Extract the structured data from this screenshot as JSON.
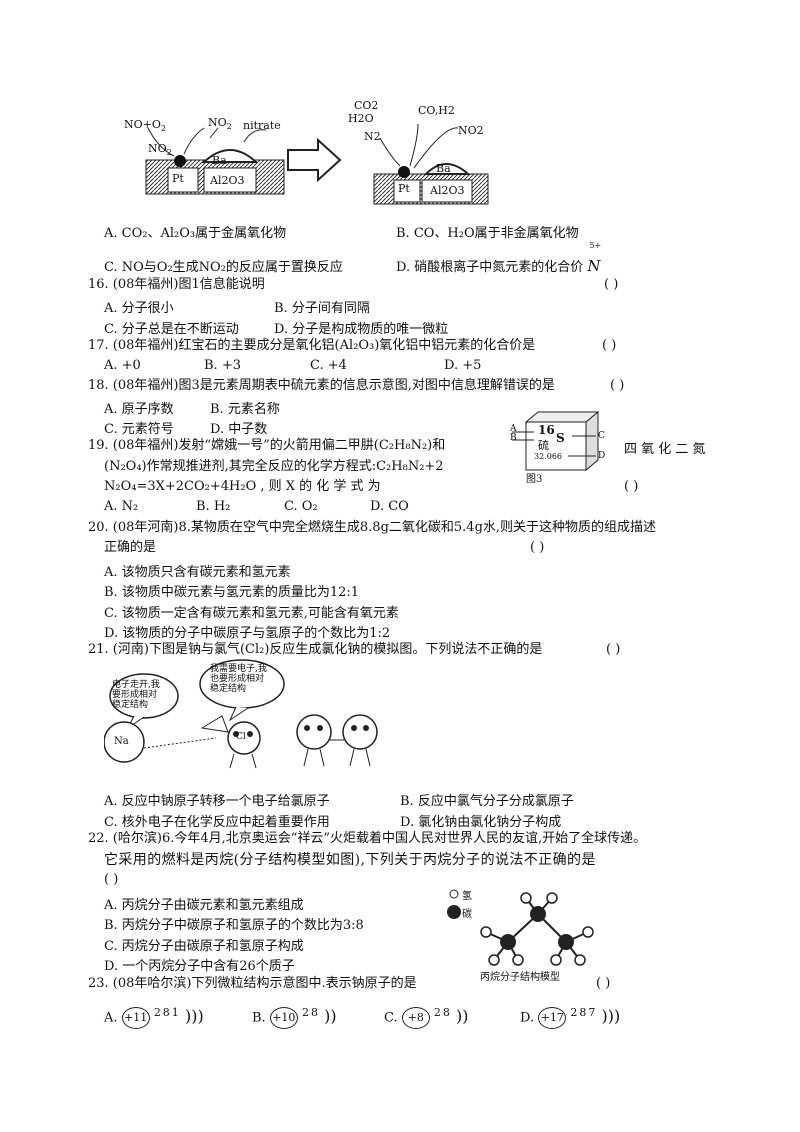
{
  "fig15": {
    "left": {
      "no_o2": "NO+O",
      "no_o2_sub": "2",
      "no2_a": "NO",
      "no2_a_sub": "2",
      "no2_b": "NO",
      "no2_b_sub": "2",
      "nitrate": "nitrate",
      "ba": "Ba",
      "pt": "Pt",
      "al2o3": "Al2O3"
    },
    "right": {
      "co2": "CO2",
      "h2o": "H2O",
      "n2": "N2",
      "coh2": "CO,H2",
      "no2": "NO2",
      "ba": "Ba",
      "pt": "Pt",
      "al2o3": "Al2O3"
    }
  },
  "q15": {
    "A": "A. CO₂、Al₂O₃属于金属氧化物",
    "B": "B. CO、H₂O属于非金属氧化物",
    "C": "C. NO与O₂生成NO₂的反应属于置换反应",
    "D": "D. 硝酸根离子中氮元素的化合价",
    "D_sup": "5+",
    "D_n": "N"
  },
  "q16": {
    "stem": "16. (08年福州)图1信息能说明",
    "bracket": "(       )",
    "A": "A. 分子很小",
    "B": "B. 分子间有同隔",
    "C": "C. 分子总是在不断运动",
    "D": "D. 分子是构成物质的唯一微粒"
  },
  "q17": {
    "stem": "17. (08年福州)红宝石的主要成分是氧化铝(Al₂O₃)氧化铝中铝元素的化合价是",
    "bracket": "(       )",
    "A": "A. +0",
    "B": "B. +3",
    "C": "C. +4",
    "D": "D. +5"
  },
  "q18": {
    "stem": "18. (08年福州)图3是元素周期表中硫元素的信息示意图,对图中信息理解错误的是",
    "bracket": "(       )",
    "A": "A. 原子序数",
    "B": "B. 元素名称",
    "C": "C. 元素符号",
    "D": "D. 中子数"
  },
  "fig3": {
    "number": "16",
    "name": "硫",
    "symbol": "S",
    "mass": "32.066",
    "label_a": "A",
    "label_b": "B",
    "label_c": "C",
    "label_d": "D",
    "caption": "图3"
  },
  "q19": {
    "line1": "19. (08年福州)发射“嫦娥一号”的火箭用偏二甲肼(C₂H₈N₂)和",
    "line1_tail": "四 氧 化 二 氮",
    "line2": "(N₂O₄)作常规推进剂,其完全反应的化学方程式:C₂H₈N₂+2",
    "line3": "N₂O₄=3X+2CO₂+4H₂O     ,    则    X    的    化    学    式    为",
    "bracket": "(       )",
    "A": "A. N₂",
    "B": "B. H₂",
    "C": "C. O₂",
    "D": "D. CO"
  },
  "q20": {
    "line1": "20. (08年河南)8.某物质在空气中完全燃烧生成8.8g二氧化碳和5.4g水,则关于这种物质的组成描述",
    "line2": "正确的是",
    "bracket": "(       )",
    "A": "A. 该物质只含有碳元素和氢元素",
    "B": "B. 该物质中碳元素与氢元素的质量比为12:1",
    "C": "C. 该物质一定含有碳元素和氢元素,可能含有氧元素",
    "D": "D. 该物质的分子中碳原子与氢原子的个数比为1:2"
  },
  "q21": {
    "stem": "21. (河南)下图是钠与氯气(Cl₂)反应生成氯化钠的模拟图。下列说法不正确的是",
    "bracket": "(       )",
    "bubble1": [
      "电子走开,我",
      "要形成相对",
      "稳定结构"
    ],
    "bubble2": [
      "我需要电子,我",
      "也要形成相对",
      "稳定结构"
    ],
    "na": "Na",
    "cl": "Cl",
    "A": "A. 反应中钠原子转移一个电子给氯原子",
    "B": "B.  反应中氯气分子分成氯原子",
    "C": "C. 核外电子在化学反应中起着重要作用",
    "D": "D. 氯化钠由氯化钠分子构成"
  },
  "q22": {
    "line1": "22. (哈尔滨)6.今年4月,北京奥运会“祥云”火炬载着中国人民对世界人民的友谊,开始了全球传递。",
    "line2": "它采用的燃料是丙烷(分子结构模型如图),下列关于丙烷分子的说法不正确的是",
    "line3": "(       )",
    "A": "A. 丙烷分子由碳元素和氢元素组成",
    "B": "B. 丙烷分子中碳原子和氢原子的个数比为3:8",
    "C": "C. 丙烷分子由碳原子和氢原子构成",
    "D": "D. 一个丙烷分子中含有26个质子",
    "legend_h": "氢",
    "legend_c": "碳",
    "caption": "丙烷分子结构模型"
  },
  "q23": {
    "stem": "23. (08年哈尔滨)下列微粒结构示意图中.表示钠原子的是",
    "bracket": "(       )",
    "A": {
      "label": "A.",
      "nucleus": "+11",
      "shells": "281"
    },
    "B": {
      "label": "B.",
      "nucleus": "+10",
      "shells": "28"
    },
    "C": {
      "label": "C.",
      "nucleus": "+8",
      "shells": "28"
    },
    "D": {
      "label": "D.",
      "nucleus": "+17",
      "shells": "287"
    }
  }
}
